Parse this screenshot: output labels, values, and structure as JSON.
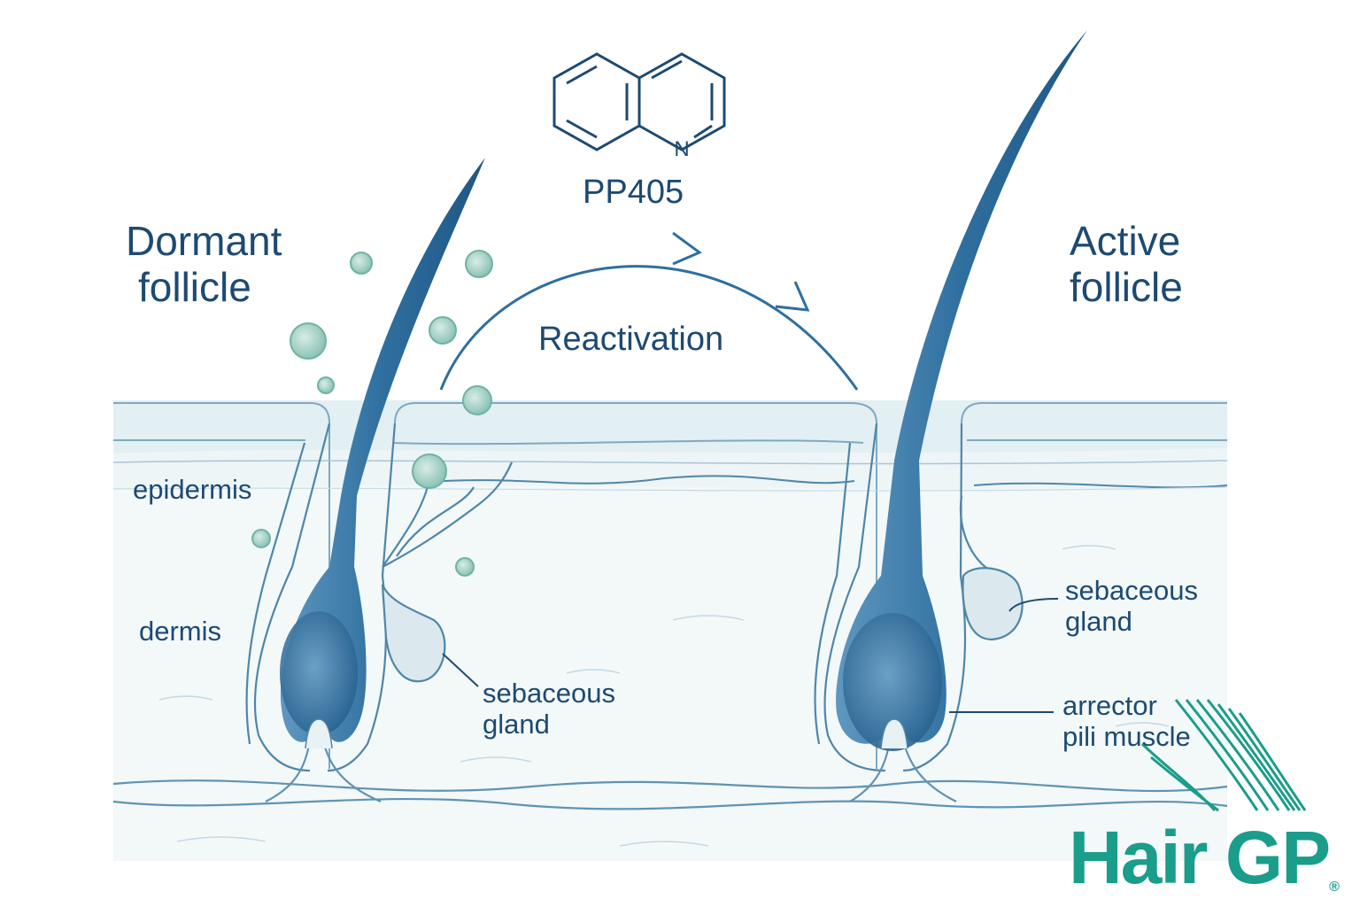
{
  "molecule": {
    "label": "PP405",
    "heteroatom": "N"
  },
  "process": {
    "label": "Reactivation"
  },
  "dormant": {
    "title_line1": "Dormant",
    "title_line2": "follicle"
  },
  "active": {
    "title_line1": "Active",
    "title_line2": "follicle"
  },
  "layers": {
    "epidermis": "epidermis",
    "dermis": "dermis"
  },
  "gland_left": {
    "line1": "sebaceous",
    "line2": "gland"
  },
  "gland_right": {
    "line1": "sebaceous",
    "line2": "gland"
  },
  "muscle": {
    "line1": "arrector",
    "line2": "pili muscle"
  },
  "brand": {
    "name": "Hair GP",
    "mark": "®"
  },
  "colors": {
    "ink": "#1d4a72",
    "hair": "#2f6f9f",
    "skin": "#e6f1f4",
    "line": "#4f86a8",
    "bubble": "#a9d3c9",
    "brand": "#1a9d8a"
  }
}
